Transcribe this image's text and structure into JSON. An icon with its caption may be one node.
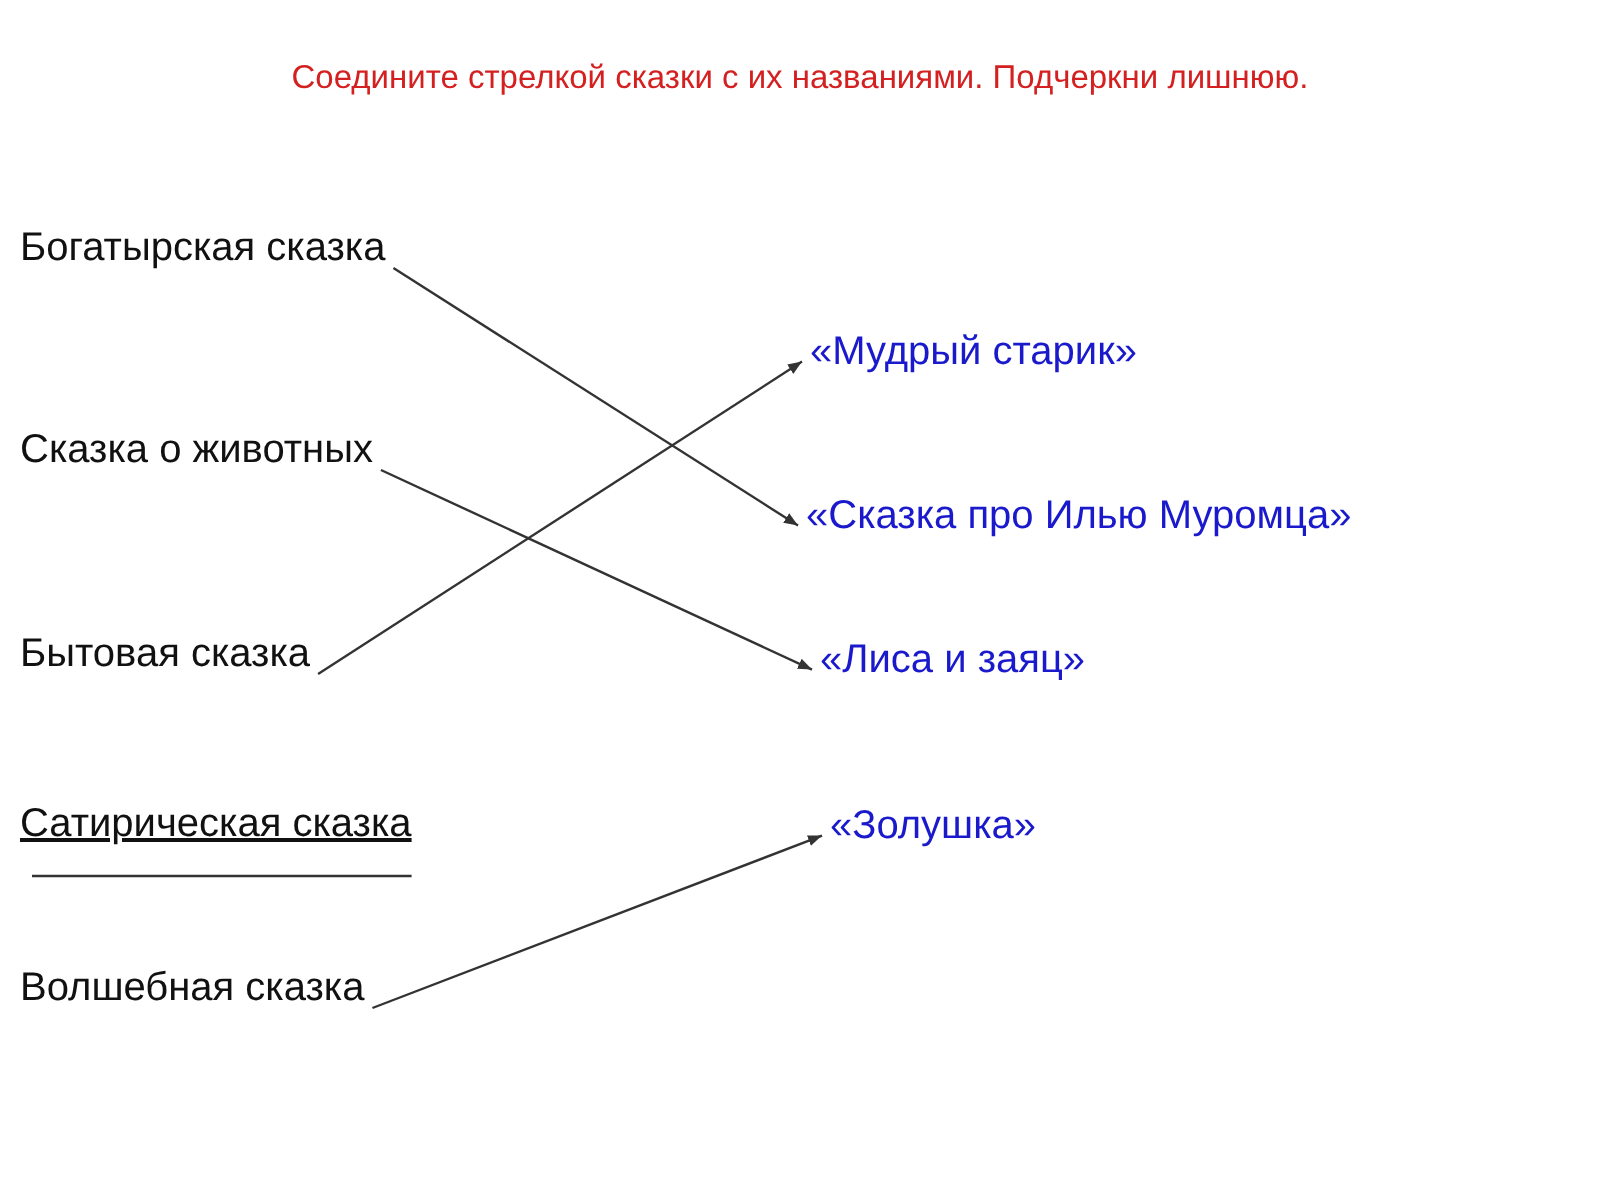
{
  "diagram": {
    "title": "Соедините стрелкой сказки с их названиями. Подчеркни лишнюю.",
    "nodes": [
      {
        "text": [
          "Богатырская сказка"
        ]
      },
      {
        "text": [
          "Сказка о животных"
        ]
      },
      {
        "text": [
          "Бытовая сказка"
        ]
      },
      {
        "text": [
          "Сатирическая сказка"
        ]
      },
      {
        "text": [
          "Волшебная сказка"
        ]
      },
      {
        "text": [
          "«Мудрый старик»"
        ]
      },
      {
        "text": [
          "«Сказка про Илью  Муромца»"
        ]
      },
      {
        "text": [
          "«Лиса и заяц»"
        ]
      },
      {
        "text": [
          "«Золушка»"
        ]
      }
    ],
    "edges": [
      {
        "from": 0,
        "to": 6,
        "arrow": "to"
      },
      {
        "from": 1,
        "to": 7,
        "arrow": "to"
      },
      {
        "from": 2,
        "to": 5,
        "arrow": "to"
      },
      {
        "from": 4,
        "to": 8,
        "arrow": "to"
      }
    ]
  }
}
